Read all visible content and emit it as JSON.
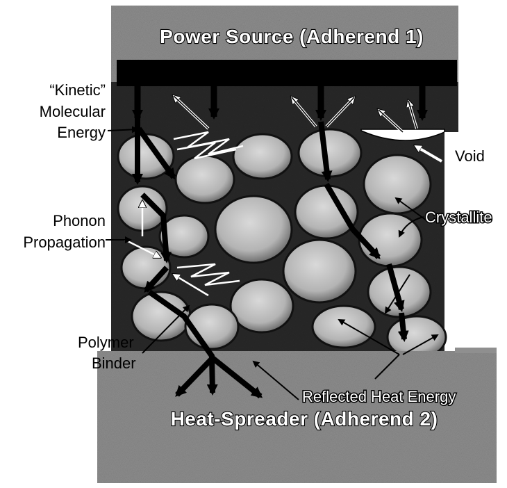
{
  "top_adherend": {
    "label": "Power Source (Adherend 1)"
  },
  "bottom_adherend": {
    "label": "Heat-Spreader (Adherend 2)"
  },
  "labels": {
    "kinetic_line1": "“Kinetic”",
    "kinetic_line2": "Molecular",
    "kinetic_line3": "Energy",
    "phonon_line1": "Phonon",
    "phonon_line2": "Propagation",
    "polymer_line1": "Polymer",
    "polymer_line2": "Binder",
    "void": "Void",
    "crystallite": "Crystallite",
    "reflected_heat": "Reflected Heat Energy"
  },
  "colors": {
    "matrix": "#2a2a2a",
    "adherend": "#9a9a9a",
    "particle": "#bdbdbd",
    "arrow": "#000000"
  }
}
